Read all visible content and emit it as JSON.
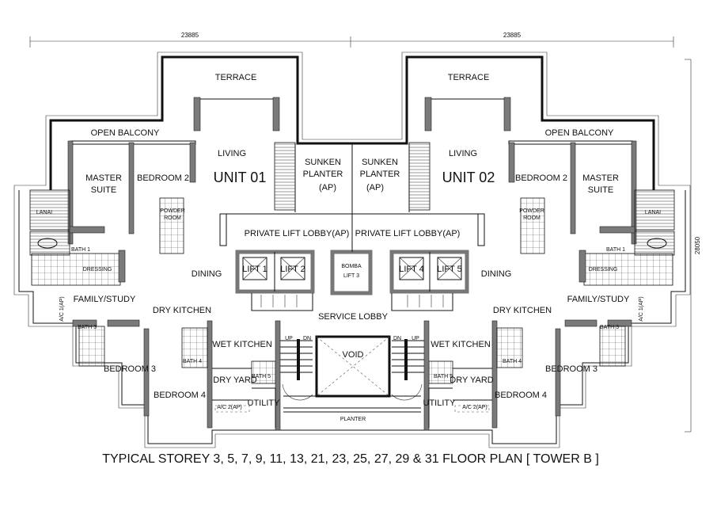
{
  "dimensions": {
    "top_left": "23885",
    "top_right": "23885",
    "right": "28050"
  },
  "title": "TYPICAL STOREY 3, 5, 7, 9, 11, 13, 21, 23, 25, 27, 29 & 31 FLOOR PLAN  [ TOWER B ]",
  "units": [
    {
      "name": "UNIT 01",
      "terrace": "TERRACE",
      "open_balcony": "OPEN BALCONY",
      "living": "LIVING",
      "master_suite_1": "MASTER",
      "master_suite_2": "SUITE",
      "bedroom_2": "BEDROOM 2",
      "lanai": "LANAI",
      "powder_1": "POWDER",
      "powder_2": "ROOM",
      "bath_1": "BATH 1",
      "dressing": "DRESSING",
      "dining": "DINING",
      "family_study": "FAMILY/STUDY",
      "ac_1": "A/C 1(AP)",
      "dry_kitchen": "DRY KITCHEN",
      "bath_3": "BATH 3",
      "bath_4": "BATH 4",
      "bedroom_3": "BEDROOM 3",
      "bedroom_4": "BEDROOM 4",
      "wet_kitchen": "WET KITCHEN",
      "dry_yard": "DRY YARD",
      "bath_5": "BATH 5",
      "utility": "UTILITY",
      "ac_2": "A/C 2(AP)",
      "sunken_1": "SUNKEN",
      "sunken_2": "PLANTER",
      "sunken_3": "(AP)",
      "lift_lobby": "PRIVATE LIFT LOBBY(AP)"
    },
    {
      "name": "UNIT 02",
      "terrace": "TERRACE",
      "open_balcony": "OPEN BALCONY",
      "living": "LIVING",
      "master_suite_1": "MASTER",
      "master_suite_2": "SUITE",
      "bedroom_2": "BEDROOM 2",
      "lanai": "LANAI",
      "powder_1": "POWDER",
      "powder_2": "ROOM",
      "bath_1": "BATH 1",
      "dressing": "DRESSING",
      "dining": "DINING",
      "family_study": "FAMILY/STUDY",
      "ac_1": "A/C 1(AP)",
      "dry_kitchen": "DRY KITCHEN",
      "bath_3": "BATH 3",
      "bath_4": "BATH 4",
      "bedroom_3": "BEDROOM 3",
      "bedroom_4": "BEDROOM 4",
      "wet_kitchen": "WET KITCHEN",
      "dry_yard": "DRY YARD",
      "bath_5": "BATH 5",
      "utility": "UTILITY",
      "ac_2": "A/C 2(AP)",
      "sunken_1": "SUNKEN",
      "sunken_2": "PLANTER",
      "sunken_3": "(AP)",
      "lift_lobby": "PRIVATE LIFT LOBBY(AP)"
    }
  ],
  "core": {
    "lift_1": "LIFT 1",
    "lift_2": "LIFT 2",
    "bomba_1": "BOMBA",
    "bomba_2": "LIFT 3",
    "lift_4": "LIFT 4",
    "lift_5": "LIFT 5",
    "service_lobby": "SERVICE LOBBY",
    "void": "VOID",
    "planter": "PLANTER",
    "up": "UP",
    "dn": "DN"
  }
}
